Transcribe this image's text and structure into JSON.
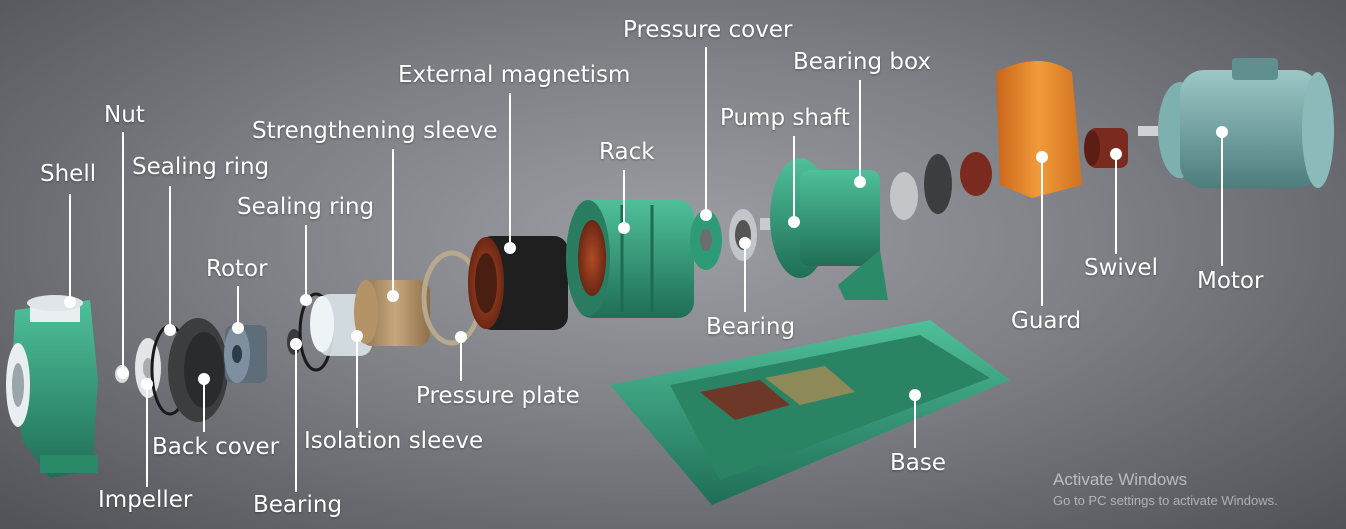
{
  "labels": {
    "shell": "Shell",
    "nut": "Nut",
    "sealing_ring_1": "Sealing ring",
    "impeller": "Impeller",
    "back_cover": "Back cover",
    "rotor": "Rotor",
    "bearing_1": "Bearing",
    "sealing_ring_2": "Sealing ring",
    "strengthening_sleeve": "Strengthening sleeve",
    "isolation_sleeve": "Isolation sleeve",
    "pressure_plate": "Pressure plate",
    "external_magnetism": "External magnetism",
    "rack": "Rack",
    "pressure_cover": "Pressure cover",
    "bearing_2": "Bearing",
    "pump_shaft": "Pump shaft",
    "bearing_box": "Bearing box",
    "base": "Base",
    "guard": "Guard",
    "swivel": "Swivel",
    "motor": "Motor"
  },
  "watermark": {
    "title": "Activate Windows",
    "subtitle": "Go to PC settings to activate Windows."
  },
  "colors": {
    "background": "#7e8086",
    "pump_green": "#2f9a76",
    "guard_orange": "#e8892a",
    "motor_teal": "#6fa3a3",
    "swivel_red": "#7a2a1e",
    "label_text": "#ffffff"
  }
}
